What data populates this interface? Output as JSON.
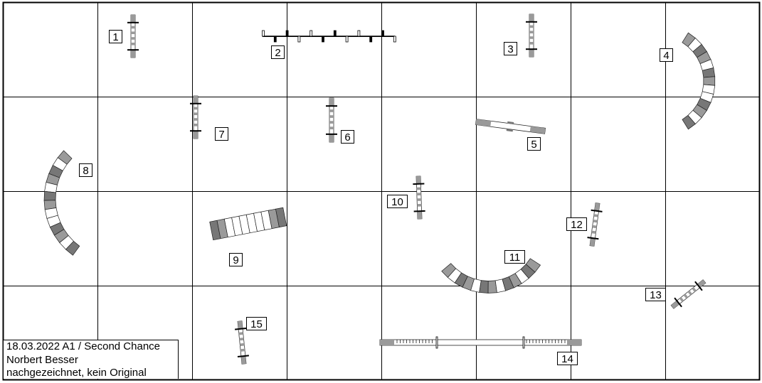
{
  "caption": {
    "line1": "18.03.2022 A1 / Second Chance",
    "line2": "Norbert Besser",
    "line3": "nachgezeichnet, kein Original"
  },
  "obstacles": [
    {
      "number": "1",
      "type": "jump"
    },
    {
      "number": "2",
      "type": "weave-poles"
    },
    {
      "number": "3",
      "type": "jump"
    },
    {
      "number": "4",
      "type": "tunnel"
    },
    {
      "number": "5",
      "type": "seesaw"
    },
    {
      "number": "6",
      "type": "jump"
    },
    {
      "number": "7",
      "type": "jump"
    },
    {
      "number": "8",
      "type": "tunnel"
    },
    {
      "number": "9",
      "type": "tunnel"
    },
    {
      "number": "10",
      "type": "jump"
    },
    {
      "number": "11",
      "type": "tunnel"
    },
    {
      "number": "12",
      "type": "jump"
    },
    {
      "number": "13",
      "type": "jump"
    },
    {
      "number": "14",
      "type": "dogwalk"
    },
    {
      "number": "15",
      "type": "jump"
    }
  ],
  "colors": {
    "grid": "#000000",
    "gray": "#9a9a9a",
    "dark": "#777777",
    "white": "#ffffff"
  }
}
